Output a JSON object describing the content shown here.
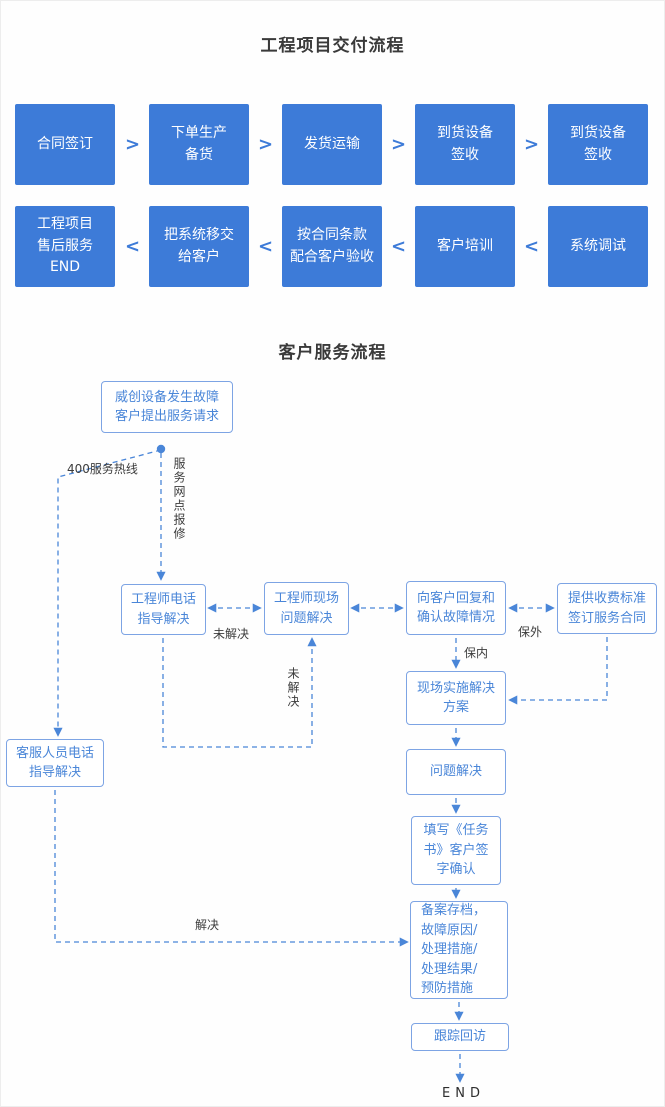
{
  "colors": {
    "box_blue": "#3d7bd8",
    "line_blue": "#4a86d8",
    "title_dark": "#3a3a3a"
  },
  "delivery": {
    "title": "工程项目交付流程",
    "row1": [
      "合同签订",
      "下单生产\n备货",
      "发货运输",
      "到货设备\n签收",
      "到货设备\n签收"
    ],
    "row2": [
      "工程项目\n售后服务\nEND",
      "把系统移交\n给客户",
      "按合同条款\n配合客户验收",
      "客户培训",
      "系统调试"
    ]
  },
  "icons": {
    "chevron_right": ">",
    "chevron_left": "<"
  },
  "service": {
    "title": "客户服务流程",
    "nodes": {
      "start": "威创设备发生故障\n客户提出服务请求",
      "engineer_phone": "工程师电话\n指导解决",
      "engineer_onsite": "工程师现场\n问题解决",
      "reply_confirm": "向客户回复和\n确认故障情况",
      "paid_contract": "提供收费标准\n签订服务合同",
      "onsite_plan": "现场实施解决\n方案",
      "problem_solved": "问题解决",
      "task_book": "填写《任务\n书》客户签\n字确认",
      "archive": "备案存档，\n故障原因/\n处理措施/\n处理结果/\n预防措施",
      "follow_up": "跟踪回访",
      "cs_phone": "客服人员电话\n指导解决",
      "end": "END"
    },
    "labels": {
      "hotline": "400服务热线",
      "network_repair": "服务网点报修",
      "unresolved_h": "未解决",
      "unresolved_v": "未解决",
      "in_warranty": "保内",
      "out_warranty": "保外",
      "solved": "解决"
    }
  }
}
